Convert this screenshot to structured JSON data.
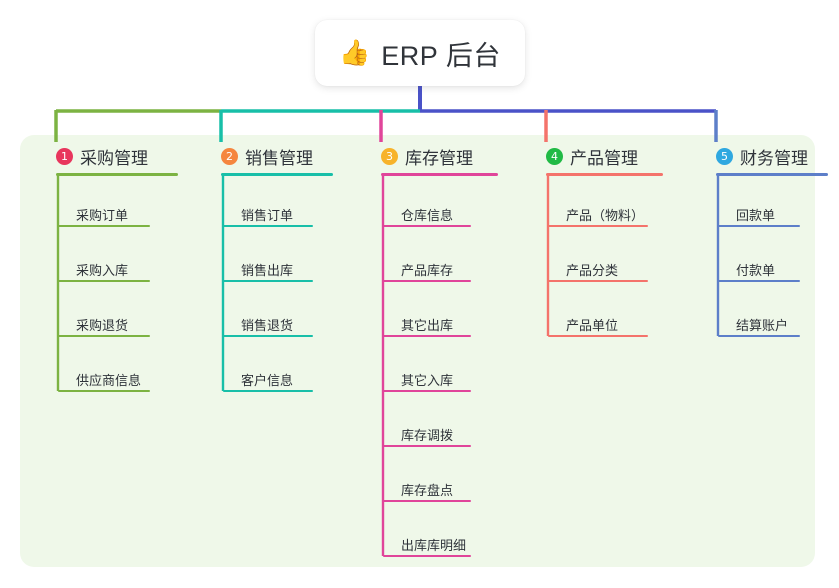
{
  "diagram": {
    "type": "mind-map",
    "root": {
      "emoji": "👍",
      "emoji_name": "thumbs-up-emoji",
      "title": "ERP 后台"
    },
    "colors": {
      "panel_background": "#eff8e9",
      "root_card_background": "#ffffff",
      "root_stem": "#4a52c8",
      "bar_left": "#7cb342",
      "bar_mid": "#18bfa8",
      "bar_right": "#4a52c8",
      "text": "#2f333a"
    },
    "branches": [
      {
        "index": "1",
        "label": "采购管理",
        "badge_color": "#e8365d",
        "line_color": "#7cb342",
        "items": [
          "采购订单",
          "采购入库",
          "采购退货",
          "供应商信息"
        ]
      },
      {
        "index": "2",
        "label": "销售管理",
        "badge_color": "#f5863f",
        "line_color": "#18bfa8",
        "items": [
          "销售订单",
          "销售出库",
          "销售退货",
          "客户信息"
        ]
      },
      {
        "index": "3",
        "label": "库存管理",
        "badge_color": "#f7b32b",
        "line_color": "#e0459a",
        "items": [
          "仓库信息",
          "产品库存",
          "其它出库",
          "其它入库",
          "库存调拨",
          "库存盘点",
          "出库库明细"
        ]
      },
      {
        "index": "4",
        "label": "产品管理",
        "badge_color": "#21ba45",
        "line_color": "#f4736b",
        "items": [
          "产品（物料）",
          "产品分类",
          "产品单位"
        ]
      },
      {
        "index": "5",
        "label": "财务管理",
        "badge_color": "#2fa8e0",
        "line_color": "#5d7fc9",
        "items": [
          "回款单",
          "付款单",
          "结算账户"
        ]
      }
    ]
  }
}
